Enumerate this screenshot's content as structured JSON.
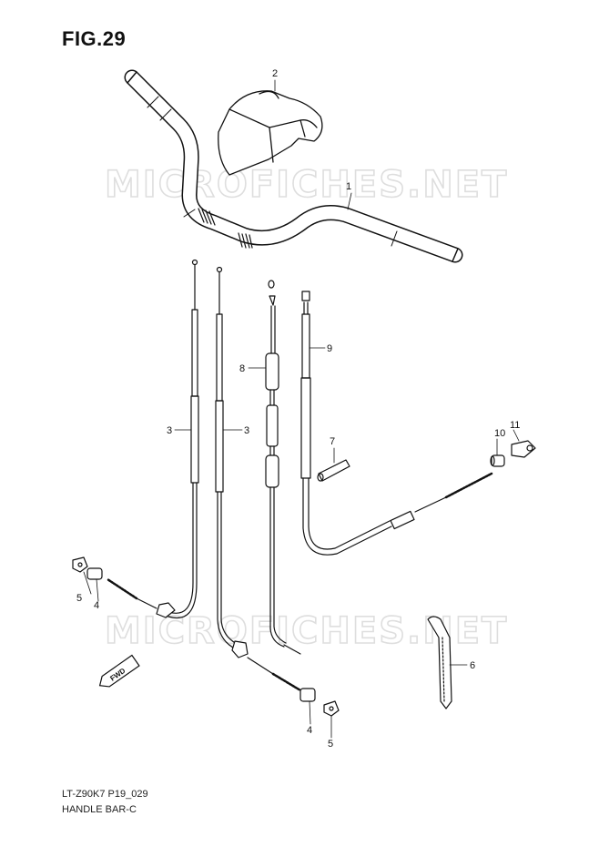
{
  "figure": {
    "title": "FIG.29",
    "model_code": "LT-Z90K7 P19_029",
    "caption": "HANDLE BAR-C",
    "watermark": "MICROFICHES.NET",
    "direction_label": "FWD"
  },
  "callouts": [
    {
      "id": "c1",
      "label": "1"
    },
    {
      "id": "c2",
      "label": "2"
    },
    {
      "id": "c3a",
      "label": "3"
    },
    {
      "id": "c3b",
      "label": "3"
    },
    {
      "id": "c4a",
      "label": "4"
    },
    {
      "id": "c4b",
      "label": "4"
    },
    {
      "id": "c5a",
      "label": "5"
    },
    {
      "id": "c5b",
      "label": "5"
    },
    {
      "id": "c6",
      "label": "6"
    },
    {
      "id": "c7",
      "label": "7"
    },
    {
      "id": "c8",
      "label": "8"
    },
    {
      "id": "c9",
      "label": "9"
    },
    {
      "id": "c10",
      "label": "10"
    },
    {
      "id": "c11",
      "label": "11"
    }
  ]
}
